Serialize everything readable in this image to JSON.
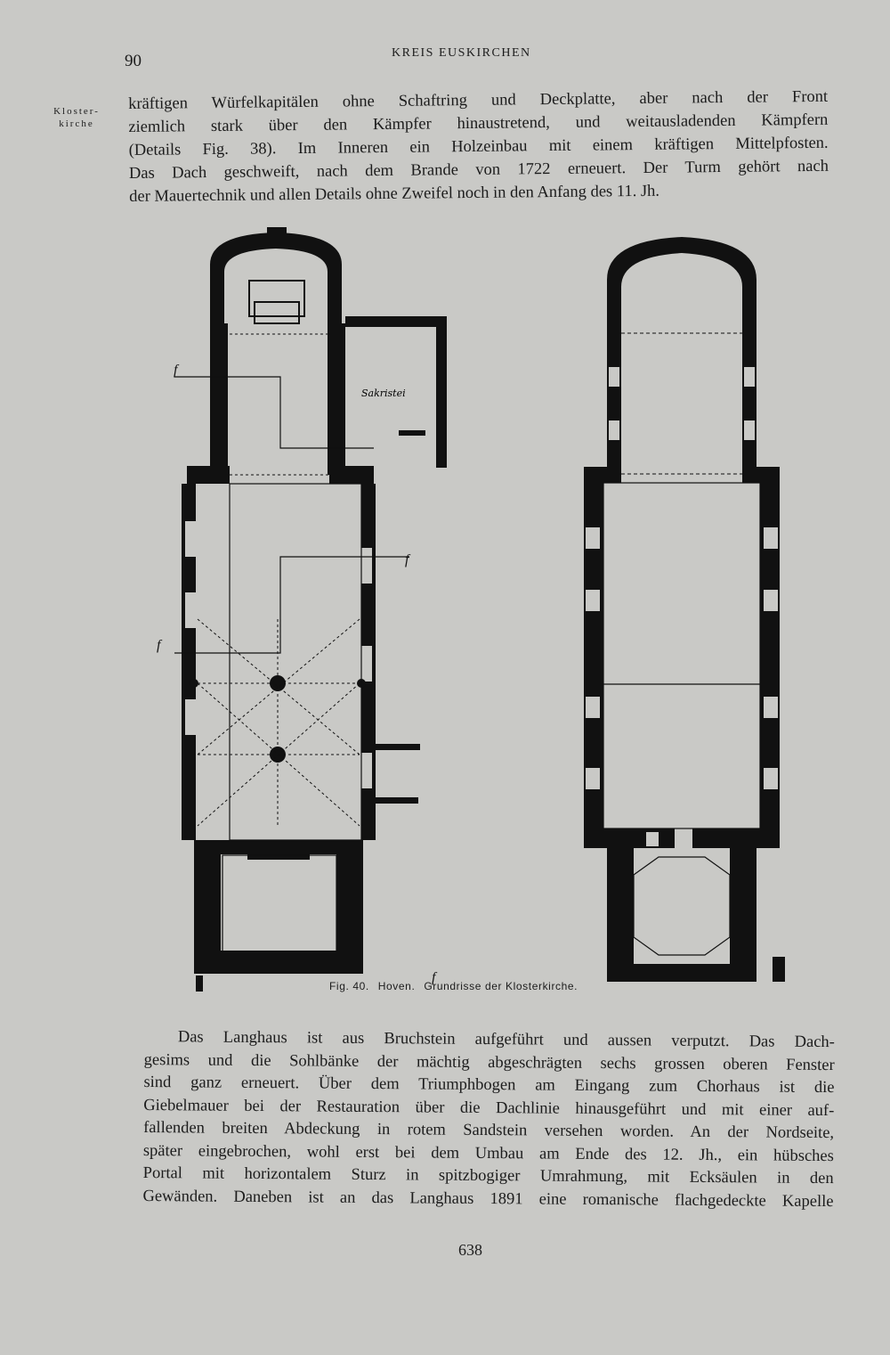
{
  "header": {
    "page_number": "90",
    "running_head": "KREIS EUSKIRCHEN"
  },
  "margin_note": {
    "line1": "Kloster-",
    "line2": "kirche"
  },
  "top_paragraph": {
    "lines": [
      "kräftigen Würfelkapitälen ohne Schaftring und Deckplatte, aber nach der Front",
      "ziemlich stark über den Kämpfer hinaustretend, und weitausladenden Kämpfern",
      "(Details Fig. 38). Im Inneren ein Holzeinbau mit einem kräftigen Mittelpfosten.",
      "Das Dach geschweift, nach dem Brande von 1722 erneuert. Der Turm gehört nach",
      "der Mauertechnik und allen Details ohne Zweifel noch in den Anfang des 11. Jh."
    ]
  },
  "figure": {
    "sacristy_label": "Sakristei",
    "section_marks": [
      "f",
      "f",
      "f",
      "f"
    ],
    "caption": {
      "number": "Fig. 40.",
      "place": "Hoven.",
      "title": "Grundrisse der Klosterkirche."
    }
  },
  "bottom_paragraph": {
    "lines": [
      "Das Langhaus ist aus Bruchstein aufgeführt und aussen verputzt. Das Dach-",
      "gesims und die Sohlbänke der mächtig abgeschrägten sechs grossen oberen Fenster",
      "sind ganz erneuert. Über dem Triumphbogen am Eingang zum Chorhaus ist die",
      "Giebelmauer bei der Restauration über die Dachlinie hinausgeführt und mit einer auf-",
      "fallenden breiten Abdeckung in rotem Sandstein versehen worden. An der Nordseite,",
      "später eingebrochen, wohl erst bei dem Umbau am Ende des 12. Jh., ein hübsches",
      "Portal mit horizontalem Sturz in spitzbogiger Umrahmung, mit Ecksäulen in den",
      "Gewänden. Daneben ist an das Langhaus 1891 eine romanische flachgedeckte Kapelle"
    ]
  },
  "footer": {
    "folio": "638"
  }
}
